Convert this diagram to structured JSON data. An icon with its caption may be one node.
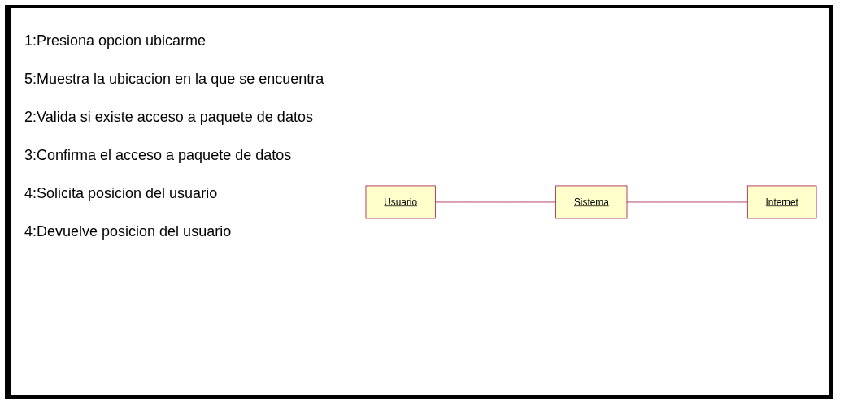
{
  "diagram": {
    "nodes": [
      {
        "text": [
          "Usuario"
        ]
      },
      {
        "text": [
          "Sistema"
        ]
      },
      {
        "text": [
          "Internet"
        ]
      }
    ],
    "edges": [
      {
        "from": 0,
        "to": 1,
        "arrow": "none"
      },
      {
        "from": 1,
        "to": 2,
        "arrow": "none"
      }
    ],
    "labels": [
      "1:Presiona opcion ubicarme",
      "5:Muestra la ubicacion en la que se encuentra",
      "2:Valida si existe acceso a paquete de datos",
      "3:Confirma el acceso a paquete de datos",
      "4:Solicita posicion del usuario",
      "4:Devuelve posicion del usuario"
    ]
  }
}
